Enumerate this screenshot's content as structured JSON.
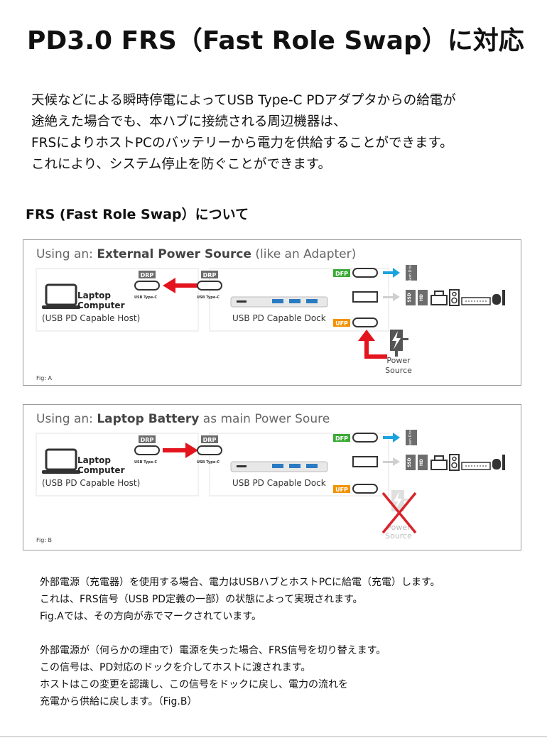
{
  "title": "PD3.0 FRS（Fast Role Swap）に対応",
  "intro": [
    "天候などによる瞬時停電によってUSB Type-C PDアダプタからの給電が",
    "途絶えた場合でも、本ハブに接続される周辺機器は、",
    "FRSによりホストPCのバッテリーから電力を供給することができます。",
    "これにより、システム停止を防ぐことができます。"
  ],
  "section_title": "FRS (Fast Role Swap）について",
  "figures": [
    {
      "heading_prefix": "Using an: ",
      "heading_bold": "External Power Source",
      "heading_suffix": " (like an Adapter)",
      "laptop_line1": "Laptop",
      "laptop_line2": "Computer",
      "host_label": "(USB PD Capable Host)",
      "drp_left": "DRP",
      "drp_right": "DRP",
      "usb_type_c_left": "USB Type-C",
      "usb_type_c_right": "USB Type-C",
      "dock_label": "USB PD Capable Dock",
      "dfp": "DFP",
      "ufp": "UFP",
      "flash_drive": "Flash Drive",
      "ssd": "SSD",
      "hd": "HD",
      "power_line1": "Power",
      "power_line2": "Source",
      "fig_label": "Fig: A"
    },
    {
      "heading_prefix": "Using an: ",
      "heading_bold": "Laptop Battery",
      "heading_suffix": " as main Power Soure",
      "laptop_line1": "Laptop",
      "laptop_line2": "Computer",
      "host_label": "(USB PD Capable Host)",
      "drp_left": "DRP",
      "drp_right": "DRP",
      "usb_type_c_left": "USB Type-C",
      "usb_type_c_right": "USB Type-C",
      "dock_label": "USB PD Capable Dock",
      "dfp": "DFP",
      "ufp": "UFP",
      "flash_drive": "Flash Drive",
      "ssd": "SSD",
      "hd": "HD",
      "power_line1": "Power",
      "power_line2": "Source",
      "fig_label": "Fig: B"
    }
  ],
  "notes1": [
    "外部電源（充電器）を使用する場合、電力はUSBハブとホストPCに給電（充電）します。",
    "これは、FRS信号（USB PD定義の一部）の状態によって実現されます。",
    "Fig.Aでは、その方向が赤でマークされています。"
  ],
  "notes2": [
    "外部電源が（何らかの理由で）電源を失った場合、FRS信号を切り替えます。",
    "この信号は、PD対応のドックを介してホストに渡されます。",
    "ホストはこの変更を認識し、この信号をドックに戻し、電力の流れを",
    "充電から供給に戻します。（Fig.B）"
  ],
  "colors": {
    "red_arrow": "#e3141d",
    "blue_arrow": "#1aa3e0",
    "dfp_green": "#3aaa35",
    "ufp_orange": "#f39200",
    "drp_gray": "#6d6d6d",
    "text_gray": "#555555"
  }
}
